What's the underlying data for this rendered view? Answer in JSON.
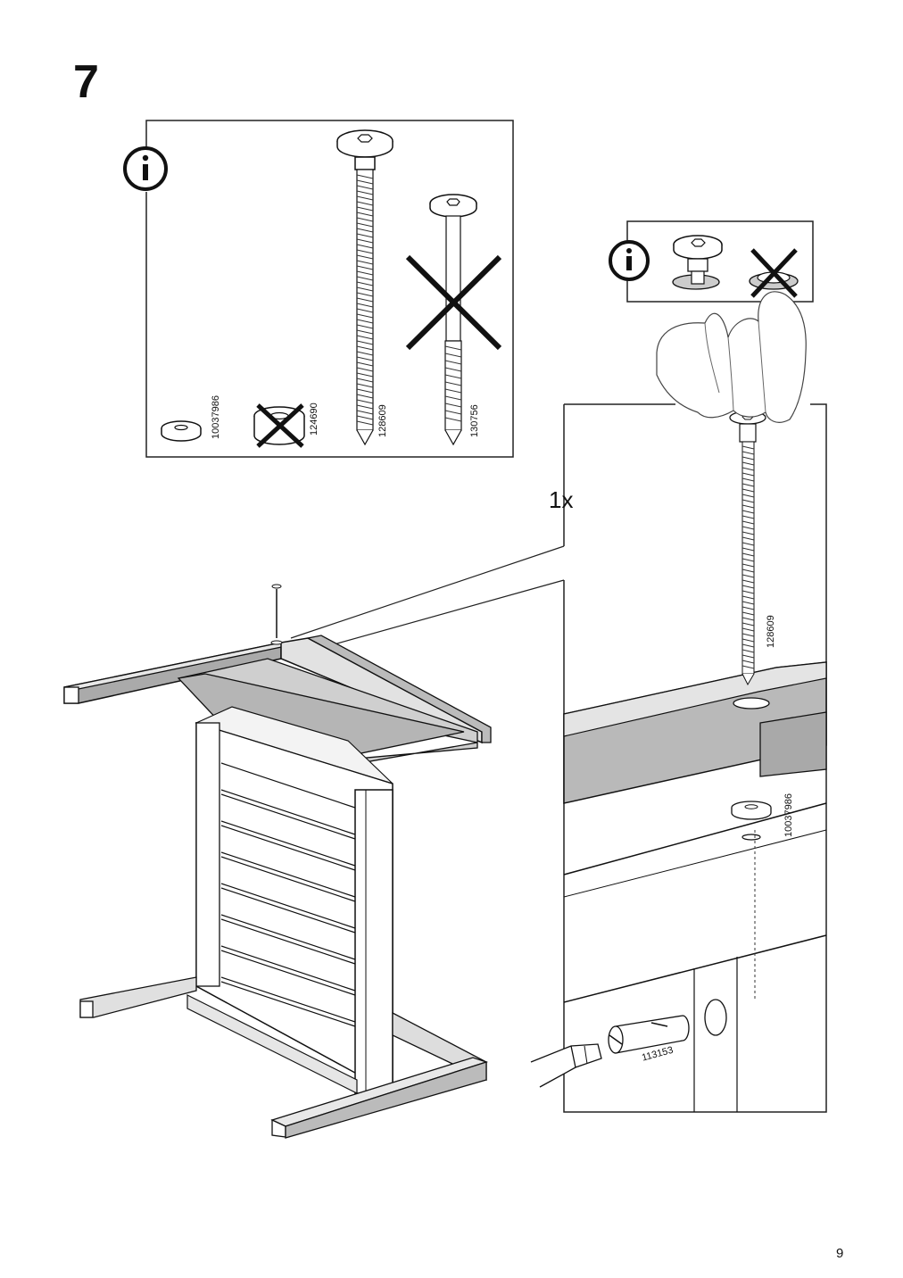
{
  "step_number": "7",
  "page_number": "9",
  "quantity_label": "1x",
  "parts_box": {
    "info_icon": "info-icon",
    "parts": [
      {
        "id": "10037986",
        "name": "washer",
        "excluded": false
      },
      {
        "id": "124690",
        "name": "thick-washer",
        "excluded": true
      },
      {
        "id": "128609",
        "name": "long-bolt",
        "excluded": false
      },
      {
        "id": "130756",
        "name": "short-bolt",
        "excluded": true
      }
    ]
  },
  "orientation_box": {
    "info_icon": "info-icon",
    "correct": "washer-correct-orientation",
    "wrong": "washer-wrong-orientation"
  },
  "detail_labels": {
    "bolt": "128609",
    "washer": "10037986",
    "barrel_nut": "113153"
  }
}
